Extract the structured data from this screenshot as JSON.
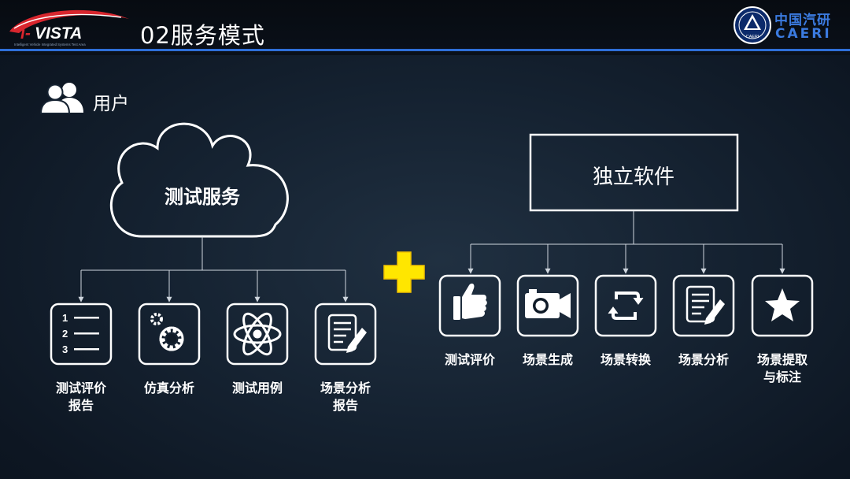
{
  "header": {
    "title": "02服务模式",
    "logo_left_text": "VISTA",
    "logo_left_tagline": "Intelligent Vehicle Integrated Systems Test Area",
    "logo_right_cn": "中国汽研",
    "logo_right_en": "CAERI",
    "logo_right_seal_text": "CAERI"
  },
  "users": {
    "label": "用户",
    "icon": "users-icon"
  },
  "service": {
    "label": "测试服务",
    "items": [
      {
        "line1": "测试评价",
        "line2": "报告",
        "icon": "numbered-list-icon"
      },
      {
        "line1": "仿真分析",
        "line2": "",
        "icon": "gears-icon"
      },
      {
        "line1": "测试用例",
        "line2": "",
        "icon": "atom-icon"
      },
      {
        "line1": "场景分析",
        "line2": "报告",
        "icon": "document-pen-icon"
      }
    ]
  },
  "plus_symbol": "plus-icon",
  "software": {
    "label": "独立软件",
    "items": [
      {
        "line1": "测试评价",
        "line2": "",
        "icon": "thumbs-up-icon"
      },
      {
        "line1": "场景生成",
        "line2": "",
        "icon": "camera-icon"
      },
      {
        "line1": "场景转换",
        "line2": "",
        "icon": "refresh-icon"
      },
      {
        "line1": "场景分析",
        "line2": "",
        "icon": "document-pen-icon"
      },
      {
        "line1": "场景提取",
        "line2": "与标注",
        "icon": "star-icon"
      }
    ]
  },
  "colors": {
    "accent_blue": "#2e6fd8",
    "logo_red": "#d8262e",
    "plus_yellow": "#ffe600",
    "line": "#cfd6de",
    "text": "#ffffff"
  }
}
